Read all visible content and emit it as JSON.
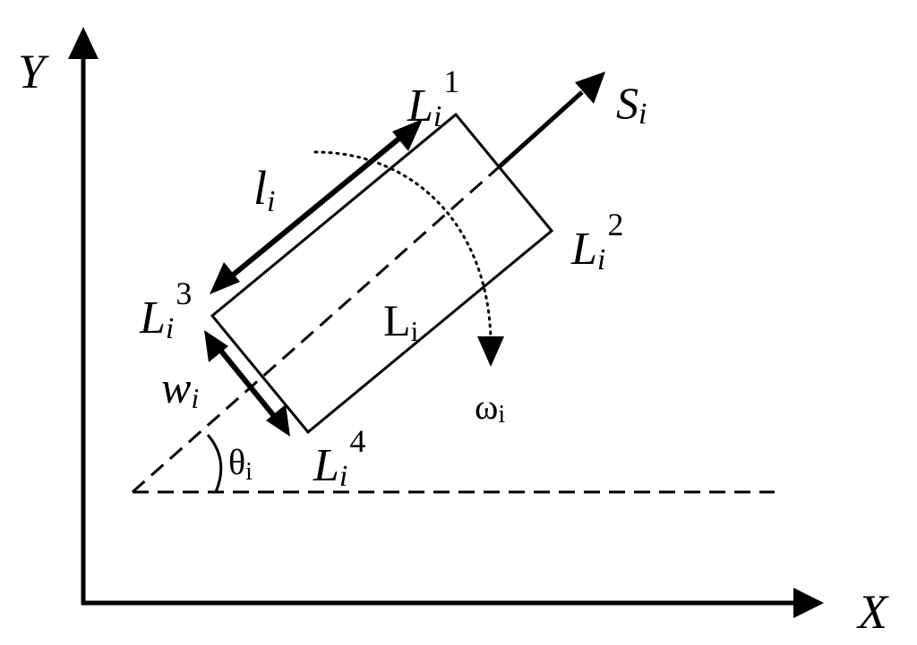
{
  "axes": {
    "x_label": "X",
    "y_label": "Y"
  },
  "vectors": {
    "s": {
      "base": "S",
      "sub": "i"
    }
  },
  "dimensions": {
    "length": {
      "base": "l",
      "sub": "i"
    },
    "width": {
      "base": "w",
      "sub": "i"
    },
    "angle": {
      "base": "θ",
      "sub": "i"
    },
    "rotation": {
      "base": "ω",
      "sub": "i"
    }
  },
  "body": {
    "label": {
      "base": "L",
      "sub": "i"
    }
  },
  "corners": [
    {
      "base": "L",
      "sub": "i",
      "sup": "1"
    },
    {
      "base": "L",
      "sub": "i",
      "sup": "2"
    },
    {
      "base": "L",
      "sub": "i",
      "sup": "3"
    },
    {
      "base": "L",
      "sub": "i",
      "sup": "4"
    }
  ],
  "colors": {
    "stroke": "#000000",
    "background": "#ffffff"
  }
}
